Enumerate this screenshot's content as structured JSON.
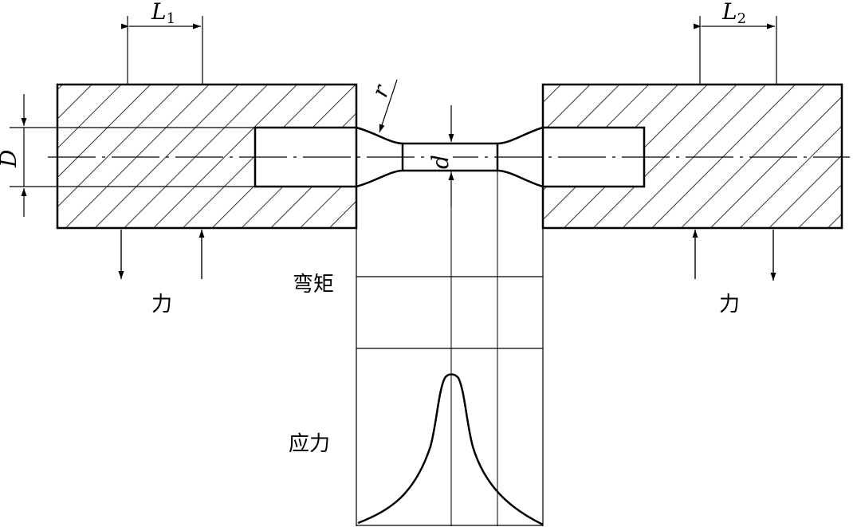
{
  "labels": {
    "L1_main": "L",
    "L1_sub": "1",
    "L2_main": "L",
    "L2_sub": "2",
    "D": "D",
    "d": "d",
    "r": "r",
    "force_left": "力",
    "force_right": "力",
    "bending_moment": "弯矩",
    "stress": "应力"
  },
  "colors": {
    "line": "#000000",
    "background": "#ffffff"
  }
}
